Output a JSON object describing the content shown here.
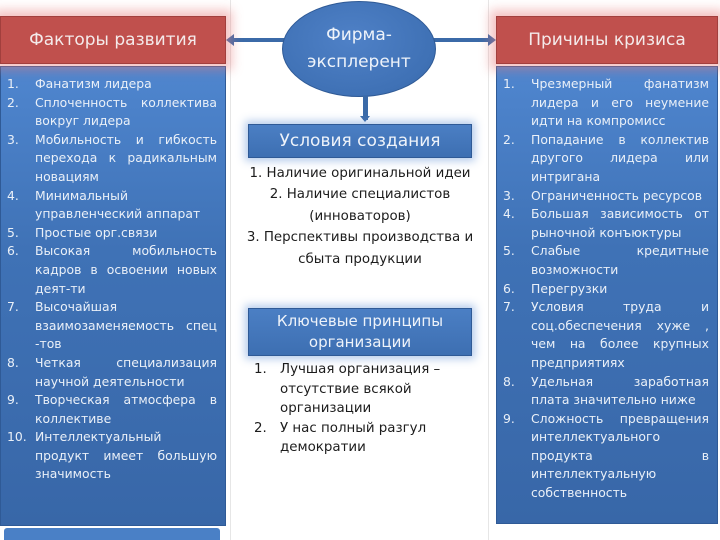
{
  "left": {
    "title": "Факторы развития",
    "items": [
      {
        "n": "1.",
        "text": "Фанатизм лидера"
      },
      {
        "n": "2.",
        "text": "Сплоченность коллектива вокруг лидера"
      },
      {
        "n": "3.",
        "text": "Мобильность и гибкость перехода к радикальным новациям"
      },
      {
        "n": "4.",
        "text": "Минимальный управленческий аппарат"
      },
      {
        "n": "5.",
        "text": "Простые орг.связи"
      },
      {
        "n": "6.",
        "text": "Высокая мобильность кадров в освоении новых деят-ти"
      },
      {
        "n": "7.",
        "text": "Высочайшая взаимозаменяемость спец -тов"
      },
      {
        "n": "8.",
        "text": "Четкая специализация научной деятельности"
      },
      {
        "n": "9.",
        "text": "Творческая атмосфера в коллективе"
      },
      {
        "n": "10.",
        "text": "Интеллектуальный продукт имеет большую значимость"
      }
    ]
  },
  "center": {
    "ellipse_line1": "Фирма-",
    "ellipse_line2": "эксплерент",
    "conditions_title": "Условия создания",
    "conditions": [
      "1. Наличие оригинальной идеи",
      "2. Наличие специалистов (инноваторов)",
      "3. Перспективы производства и сбыта продукции"
    ],
    "principles_title_line1": "Ключевые принципы",
    "principles_title_line2": "организации",
    "principles": [
      {
        "n": "1.",
        "text": "Лучшая организация – отсутствие всякой организации"
      },
      {
        "n": "2.",
        "text": "У нас полный разгул демократии"
      }
    ]
  },
  "right": {
    "title": "Причины кризиса",
    "items": [
      {
        "n": "1.",
        "text": "Чрезмерный фанатизм лидера и его неумение идти на компромисс"
      },
      {
        "n": "2.",
        "text": "Попадание в коллектив другого лидера или интригана"
      },
      {
        "n": "3.",
        "text": "Ограниченность ресурсов"
      },
      {
        "n": "4.",
        "text": "Большая зависимость от рыночной конъюктуры"
      },
      {
        "n": "5.",
        "text": "Слабые кредитные возможности"
      },
      {
        "n": "6.",
        "text": "Перегрузки"
      },
      {
        "n": "7.",
        "text": "Условия труда и соц.обеспечения хуже , чем на более крупных предприятиях"
      },
      {
        "n": "8.",
        "text": "Удельная заработная плата значительно ниже"
      },
      {
        "n": "9.",
        "text": "Сложность превращения интеллектуального продукта в интеллектуальную собственность"
      }
    ]
  },
  "colors": {
    "header_red": "#c0504d",
    "panel_blue": "#3f72b6",
    "arrow_blue": "#3b6aa8",
    "background": "#ffffff"
  }
}
